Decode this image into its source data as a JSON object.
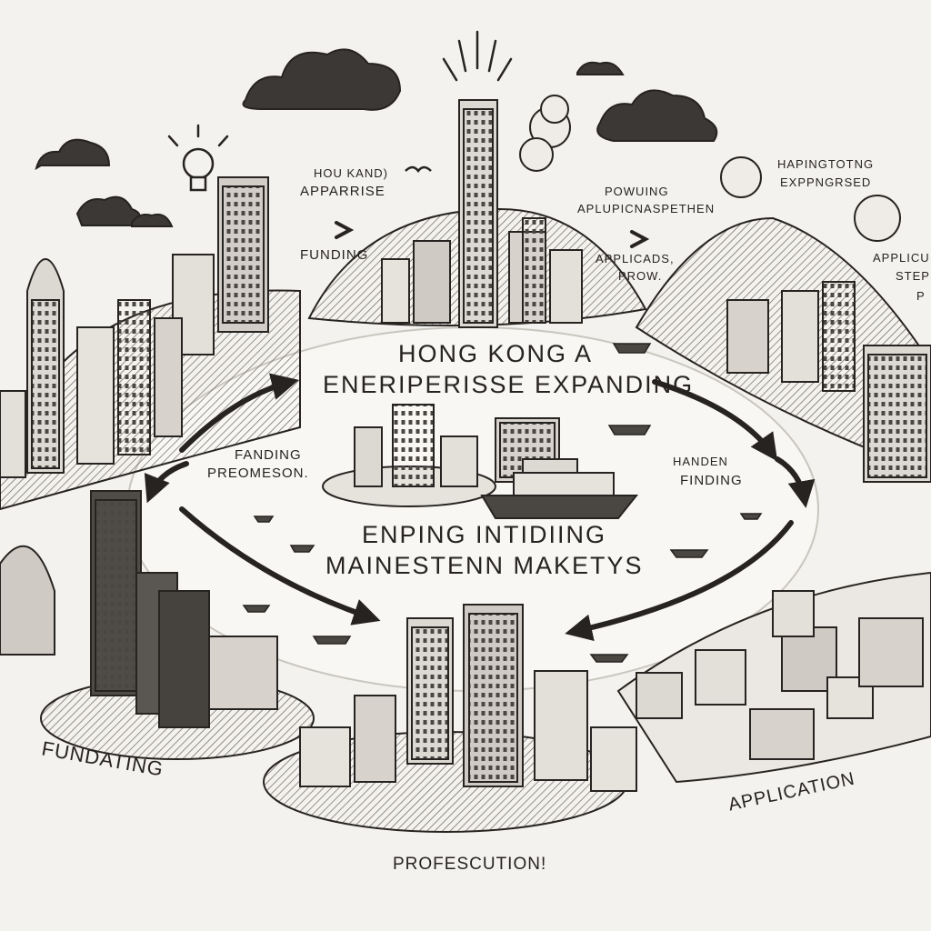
{
  "labels": {
    "top_left_line1": "HOU KAND)",
    "top_left_line2": "APPARRISE",
    "top_left_funding": "FUNDING",
    "top_right_line1": "POWUING",
    "top_right_line2": "APLUPICNASPETHEN",
    "top_right_line3": "APPLICADS,",
    "top_right_line4": "PROW.",
    "far_right_line1": "HAPINGTOTNG",
    "far_right_line2": "EXPPNGRSED",
    "edge_right_line1": "APPLICU",
    "edge_right_line2": "STEPR",
    "edge_right_line3": "P",
    "title_line1": "HONG KONG A",
    "title_line2": "ENERIPERISSE EXPANDING",
    "left_mid_line1": "FANDING",
    "left_mid_line2": "PREOMESON.",
    "right_mid_line1": "HANDEN",
    "right_mid_line2": "FINDING",
    "center_line1": "ENPING INTIDIING",
    "center_line2": "MAINESTENN  MAKETYS",
    "bottom_left": "FUNDATING",
    "bottom_center": "PROFESCUTION!",
    "bottom_right": "APPLICATION"
  },
  "icons": [
    "lightbulb-icon",
    "cloud-icon",
    "sun-icon",
    "bird-icon",
    "boat-icon",
    "arrow-icon"
  ],
  "colors": {
    "ink": "#262321",
    "paper": "#f4f2ee",
    "shade": "#8e8a84"
  }
}
